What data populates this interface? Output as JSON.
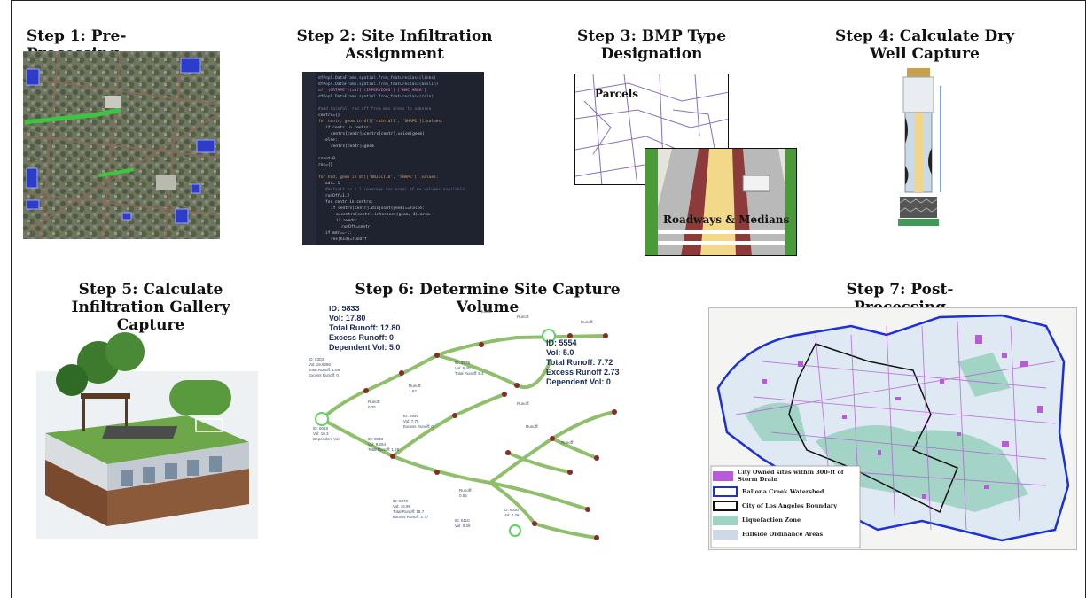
{
  "steps": {
    "s1": {
      "title": "Step 1: Pre-Processing"
    },
    "s2": {
      "title": "Step 2: Site Infiltration Assignment"
    },
    "s3": {
      "title": "Step 3: BMP Type Designation",
      "label_parcels": "Parcels",
      "label_roadways": "Roadways & Medians"
    },
    "s4": {
      "title": "Step 4: Calculate Dry Well Capture"
    },
    "s5": {
      "title": "Step 5: Calculate Infiltration Gallery Capture"
    },
    "s6": {
      "title": "Step 6: Determine Site Capture Volume",
      "node_a": {
        "id": "ID: 5833",
        "vol": "Vol: 17.80",
        "total": "Total Runoff: 12.80",
        "excess": "Excess Runoff: 0",
        "dependent": "Dependent Vol: 5.0"
      },
      "node_b": {
        "id": "ID: 5554",
        "vol": "Vol: 5.0",
        "total": "Total Runoff: 7.72",
        "excess": "Excess Runoff 2.73",
        "dependent": "Dependent Vol: 0"
      }
    },
    "s7": {
      "title": "Step 7: Post-Processing",
      "legend": [
        {
          "label": "City Owned sites within 300-ft of Storm Drain",
          "color": "#b65cd6"
        },
        {
          "label": "Ballona Creek Watershed",
          "color": "#1d2fd6"
        },
        {
          "label": "City of Los Angeles Boundary",
          "color": "#111111"
        },
        {
          "label": "Liquefaction Zone",
          "color": "#9fd3c4"
        },
        {
          "label": "Hillside Ordinance Areas",
          "color": "#cfd8e6"
        }
      ]
    }
  }
}
